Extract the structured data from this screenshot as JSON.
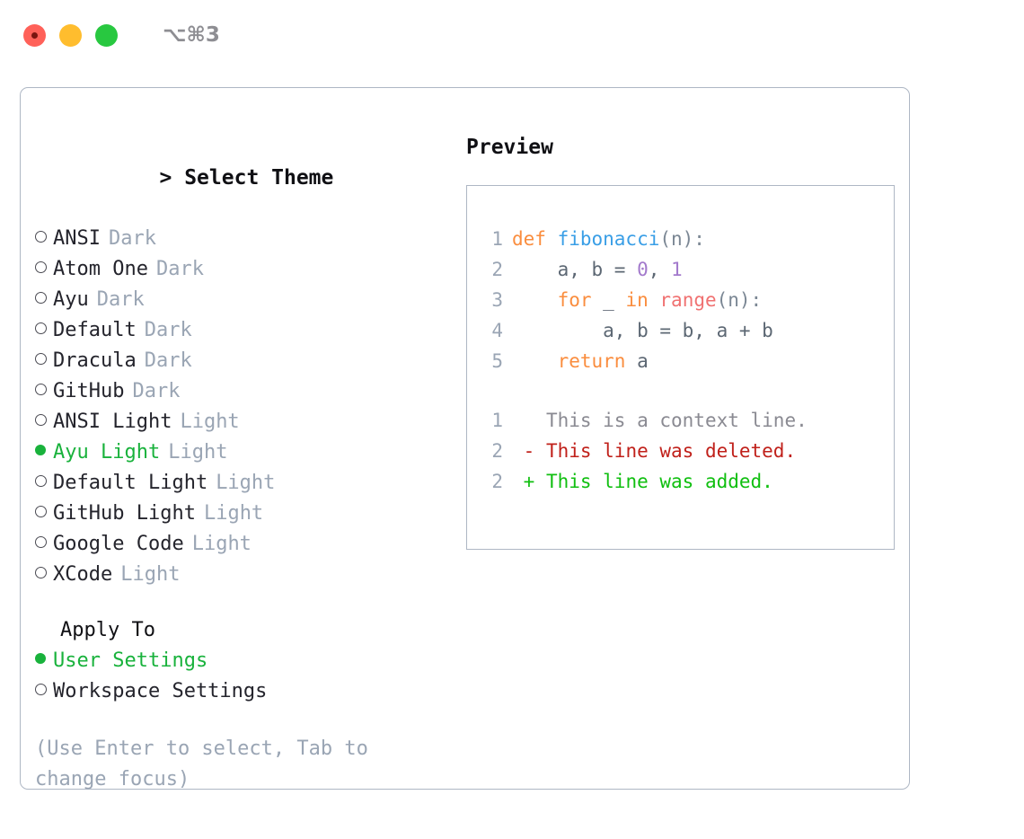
{
  "titlebar": {
    "shortcut": "⌥⌘3",
    "buttons": [
      "close",
      "minimize",
      "maximize"
    ]
  },
  "theme_panel": {
    "caret": ">",
    "title": "Select Theme",
    "options": [
      {
        "name": "ANSI",
        "variant": "Dark",
        "selected": false
      },
      {
        "name": "Atom One",
        "variant": "Dark",
        "selected": false
      },
      {
        "name": "Ayu",
        "variant": "Dark",
        "selected": false
      },
      {
        "name": "Default",
        "variant": "Dark",
        "selected": false
      },
      {
        "name": "Dracula",
        "variant": "Dark",
        "selected": false
      },
      {
        "name": "GitHub",
        "variant": "Dark",
        "selected": false
      },
      {
        "name": "ANSI Light",
        "variant": "Light",
        "selected": false
      },
      {
        "name": "Ayu Light",
        "variant": "Light",
        "selected": true
      },
      {
        "name": "Default Light",
        "variant": "Light",
        "selected": false
      },
      {
        "name": "GitHub Light",
        "variant": "Light",
        "selected": false
      },
      {
        "name": "Google Code",
        "variant": "Light",
        "selected": false
      },
      {
        "name": "XCode",
        "variant": "Light",
        "selected": false
      }
    ]
  },
  "apply_to": {
    "title": "Apply To",
    "options": [
      {
        "name": "User Settings",
        "selected": true
      },
      {
        "name": "Workspace Settings",
        "selected": false
      }
    ]
  },
  "hint": "(Use Enter to select, Tab to change focus)",
  "preview": {
    "title": "Preview",
    "code_lines": [
      {
        "number": "1",
        "tokens": [
          {
            "text": "def ",
            "type": "kw"
          },
          {
            "text": "fibonacci",
            "type": "fn"
          },
          {
            "text": "(n):",
            "type": "punct"
          }
        ]
      },
      {
        "number": "2",
        "tokens": [
          {
            "text": "    a, b = ",
            "type": "plain"
          },
          {
            "text": "0",
            "type": "num"
          },
          {
            "text": ", ",
            "type": "plain"
          },
          {
            "text": "1",
            "type": "num"
          }
        ]
      },
      {
        "number": "3",
        "tokens": [
          {
            "text": "    ",
            "type": "plain"
          },
          {
            "text": "for",
            "type": "kw"
          },
          {
            "text": " _ ",
            "type": "plain"
          },
          {
            "text": "in",
            "type": "kw"
          },
          {
            "text": " ",
            "type": "plain"
          },
          {
            "text": "range",
            "type": "built"
          },
          {
            "text": "(n):",
            "type": "punct"
          }
        ]
      },
      {
        "number": "4",
        "tokens": [
          {
            "text": "        a, b = b, a + b",
            "type": "plain"
          }
        ]
      },
      {
        "number": "5",
        "tokens": [
          {
            "text": "    ",
            "type": "plain"
          },
          {
            "text": "return",
            "type": "kw"
          },
          {
            "text": " a",
            "type": "plain"
          }
        ]
      }
    ],
    "diff_lines": [
      {
        "number": "1",
        "marker": " ",
        "text": "This is a context line.",
        "type": "ctx"
      },
      {
        "number": "2",
        "marker": "-",
        "text": "This line was deleted.",
        "type": "del"
      },
      {
        "number": "2",
        "marker": "+",
        "text": "This line was added.",
        "type": "add"
      }
    ]
  },
  "colors": {
    "selected_green": "#19b23c",
    "variant_gray": "#9aa5b4",
    "keyword_orange": "#fa8d3e",
    "function_blue": "#399ee6",
    "number_purple": "#a37acc",
    "builtin_red": "#f07171",
    "plain_slate": "#5c6773",
    "diff_deleted": "#c0201a",
    "diff_added": "#10bf10",
    "panel_border": "#aeb7c4"
  }
}
